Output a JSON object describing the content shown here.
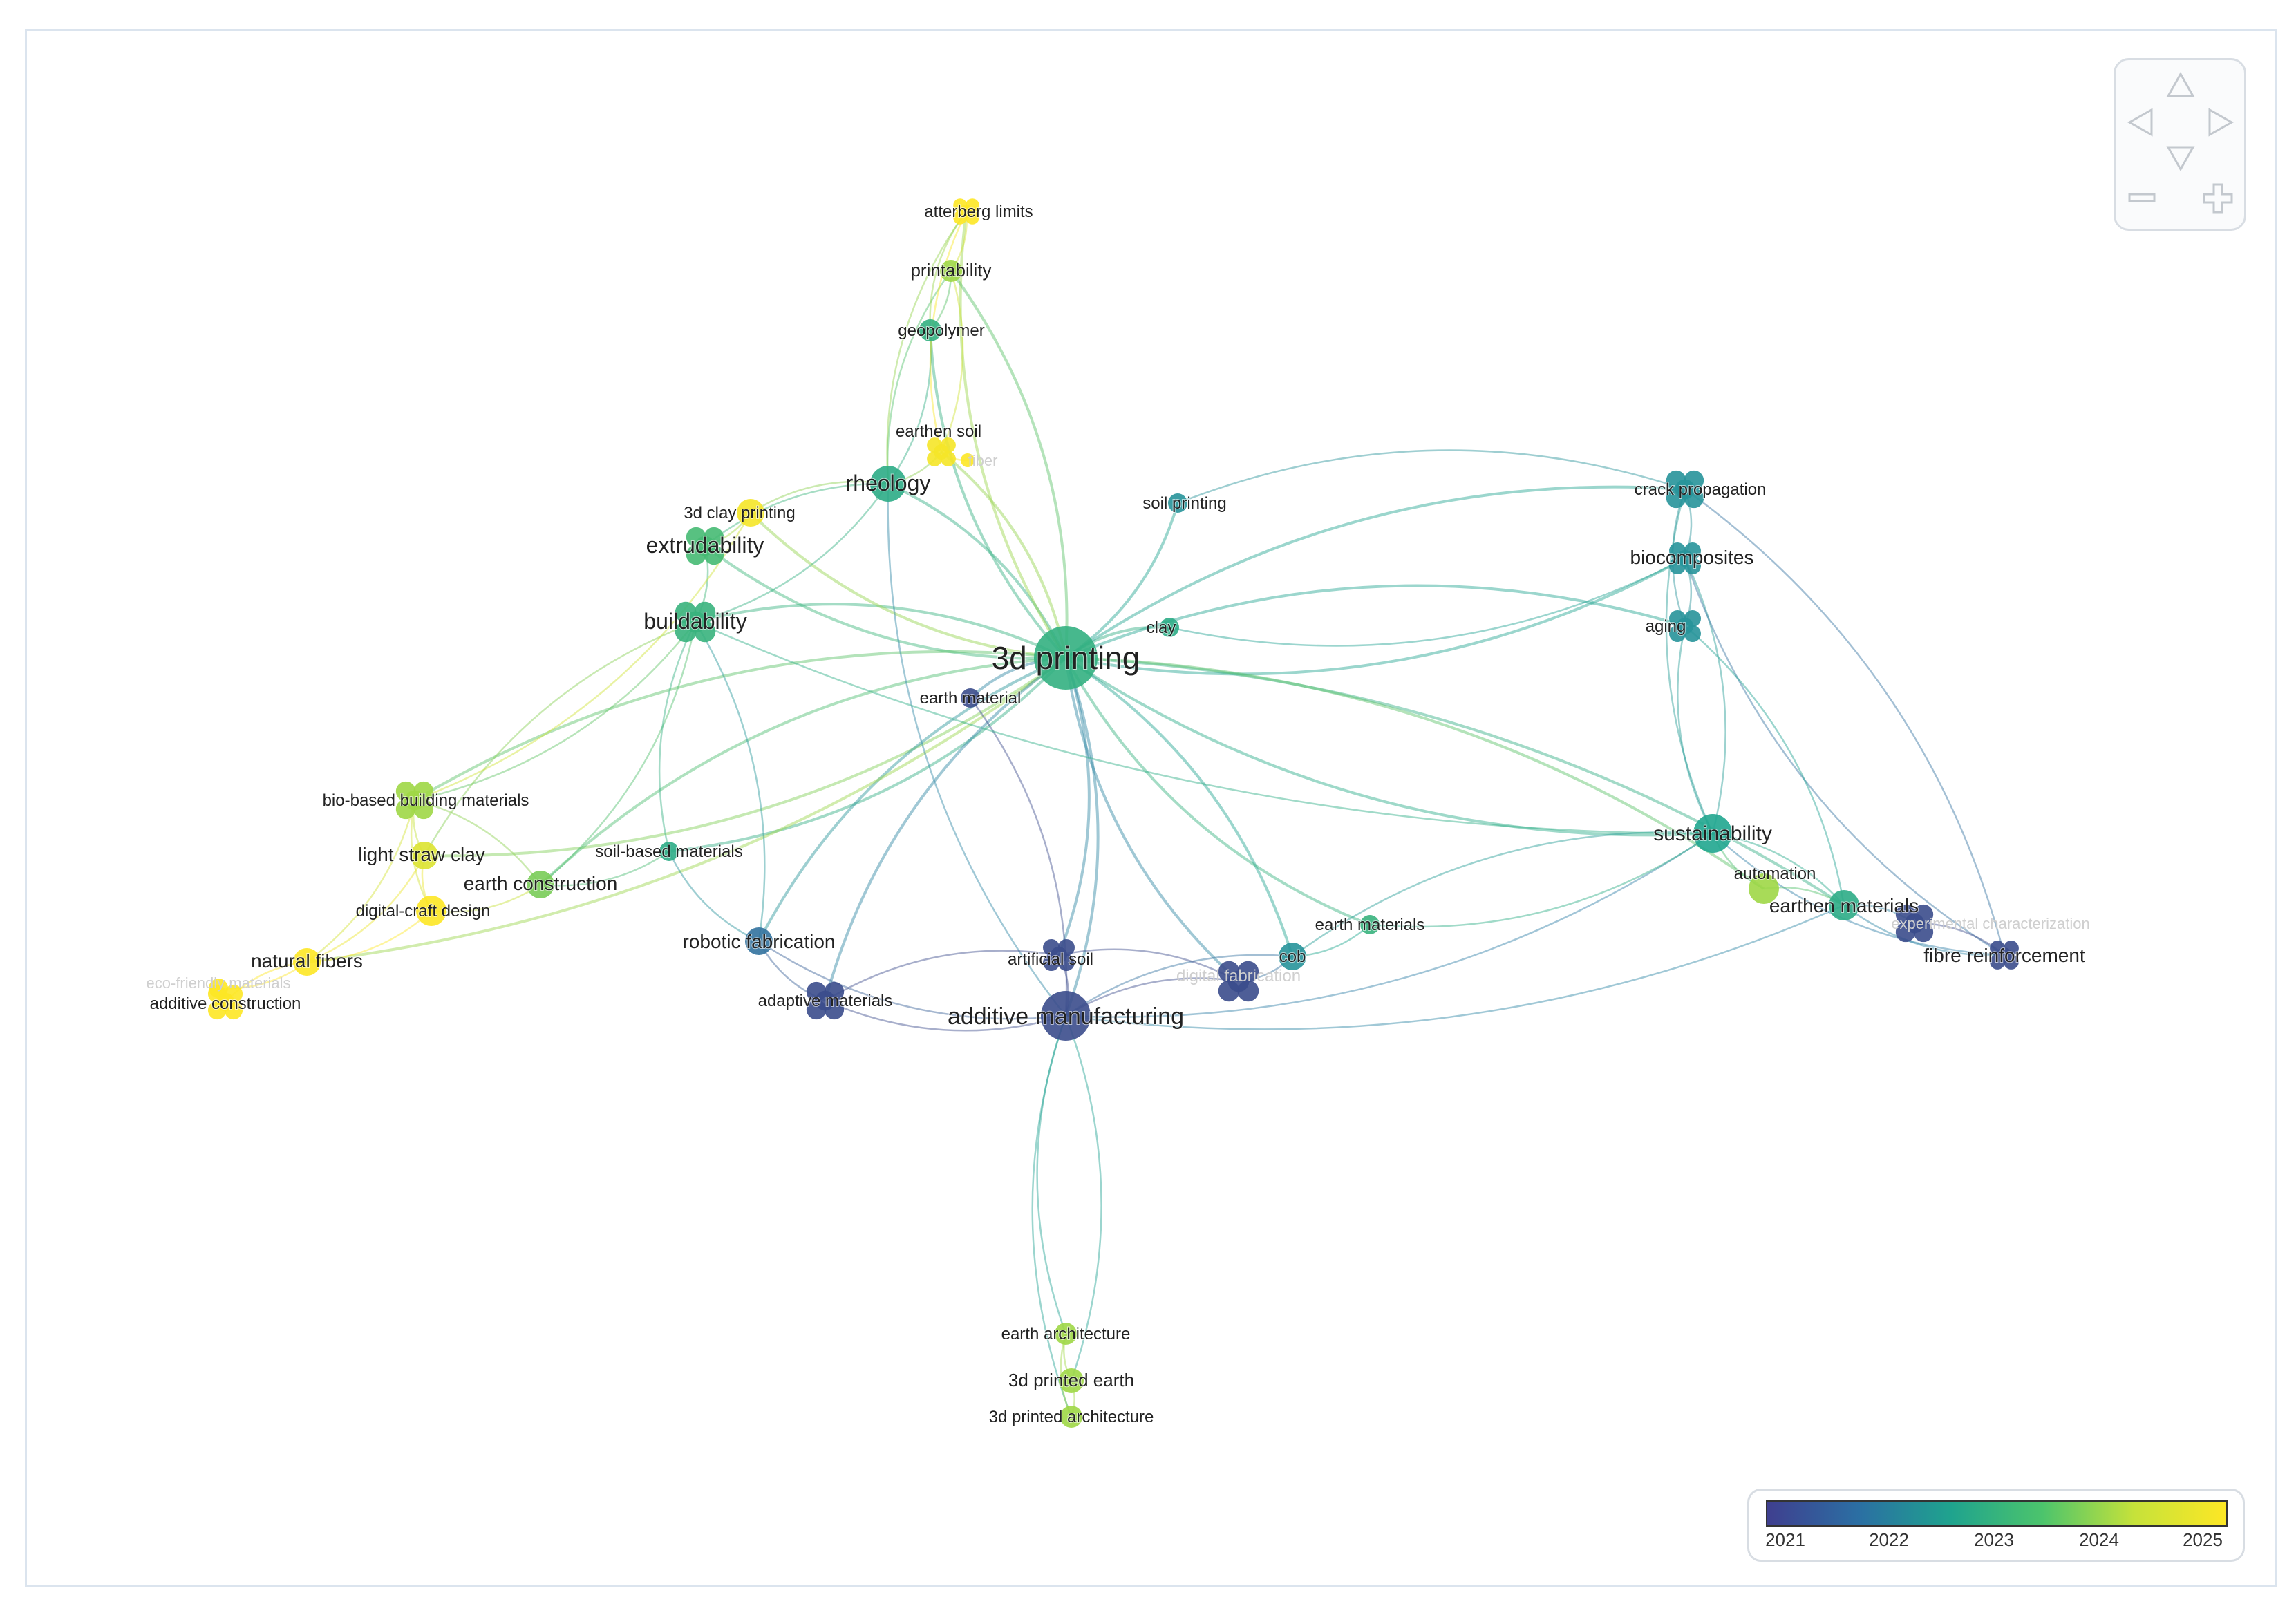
{
  "colors": {
    "edge_gradient": [
      "#3b4c8c",
      "#2f7fa6",
      "#20a68f",
      "#52c06a",
      "#b9df3a",
      "#fde725"
    ],
    "frame_border": "#dbe4ee"
  },
  "legend": {
    "ticks": [
      "2021",
      "2022",
      "2023",
      "2024",
      "2025"
    ],
    "gradient": [
      "#3f3f8f",
      "#2b6fa3",
      "#1fa38e",
      "#4cc46c",
      "#c6e23a",
      "#fde725"
    ]
  },
  "navigation": {
    "up_icon": "triangle-up-outline",
    "down_icon": "triangle-down-outline",
    "left_icon": "triangle-left-outline",
    "right_icon": "triangle-right-outline",
    "zoom_out_icon": "minus-outline",
    "zoom_in_icon": "plus-outline"
  },
  "nodes": [
    {
      "id": "3d printing",
      "label": "3d printing",
      "year": 2022.9
    },
    {
      "id": "additive manufacturing",
      "label": "additive manufacturing",
      "year": 2021.0
    },
    {
      "id": "rheology",
      "label": "rheology",
      "year": 2022.8
    },
    {
      "id": "extrudability",
      "label": "extrudability",
      "year": 2023.2
    },
    {
      "id": "buildability",
      "label": "buildability",
      "year": 2023.0
    },
    {
      "id": "atterberg limits",
      "label": "atterberg limits",
      "year": 2025.0
    },
    {
      "id": "printability",
      "label": "printability",
      "year": 2024.0
    },
    {
      "id": "geopolymer",
      "label": "geopolymer",
      "year": 2022.9
    },
    {
      "id": "earthen soil",
      "label": "earthen soil",
      "year": 2024.9
    },
    {
      "id": "3d clay printing",
      "label": "3d clay printing",
      "year": 2024.9
    },
    {
      "id": "soil printing",
      "label": "soil printing",
      "year": 2022.2
    },
    {
      "id": "clay",
      "label": "clay",
      "year": 2022.8
    },
    {
      "id": "earth material",
      "label": "earth material",
      "year": 2021.0
    },
    {
      "id": "crack propagation",
      "label": "crack propagation",
      "year": 2022.2
    },
    {
      "id": "biocomposites",
      "label": "biocomposites",
      "year": 2022.2
    },
    {
      "id": "aging",
      "label": "aging",
      "year": 2022.2
    },
    {
      "id": "sustainability",
      "label": "sustainability",
      "year": 2022.6
    },
    {
      "id": "automation",
      "label": "automation",
      "year": 2024.0
    },
    {
      "id": "earthen materials",
      "label": "earthen materials",
      "year": 2022.8
    },
    {
      "id": "fibre reinforcement",
      "label": "fibre reinforcement",
      "year": 2021.0
    },
    {
      "id": "bio-based building materials",
      "label": "bio-based building materials",
      "year": 2024.0
    },
    {
      "id": "light straw clay",
      "label": "light straw clay",
      "year": 2024.6
    },
    {
      "id": "earth construction",
      "label": "earth construction",
      "year": 2023.7
    },
    {
      "id": "digital-craft design",
      "label": "digital-craft design",
      "year": 2025.0
    },
    {
      "id": "soil-based materials",
      "label": "soil-based materials",
      "year": 2022.8
    },
    {
      "id": "natural fibers",
      "label": "natural fibers",
      "year": 2025.0
    },
    {
      "id": "additive construction",
      "label": "additive construction",
      "year": 2025.0
    },
    {
      "id": "robotic fabrication",
      "label": "robotic fabrication",
      "year": 2021.6
    },
    {
      "id": "artificial soil",
      "label": "artificial soil",
      "year": 2021.0
    },
    {
      "id": "adaptive materials",
      "label": "adaptive materials",
      "year": 2021.0
    },
    {
      "id": "earth materials",
      "label": "earth materials",
      "year": 2023.0
    },
    {
      "id": "cob",
      "label": "cob",
      "year": 2022.2
    },
    {
      "id": "digital fabrication",
      "label": "digital fabrication",
      "year": 2021.0
    },
    {
      "id": "earth architecture",
      "label": "earth architecture",
      "year": 2024.0
    },
    {
      "id": "3d printed earth",
      "label": "3d printed earth",
      "year": 2024.0
    },
    {
      "id": "3d printed architecture",
      "label": "3d printed architecture",
      "year": 2024.0
    },
    {
      "id": "eco-friendly materials",
      "label": "eco-friendly materials",
      "year": 2025.0
    },
    {
      "id": "fiber",
      "label": "fiber",
      "year": 2025.0
    },
    {
      "id": "experimental",
      "label": "experimental characterization",
      "year": 2021.0
    }
  ],
  "edges": [
    [
      "3d printing",
      "additive manufacturing"
    ],
    [
      "3d printing",
      "rheology"
    ],
    [
      "3d printing",
      "extrudability"
    ],
    [
      "3d printing",
      "buildability"
    ],
    [
      "3d printing",
      "atterberg limits"
    ],
    [
      "3d printing",
      "printability"
    ],
    [
      "3d printing",
      "geopolymer"
    ],
    [
      "3d printing",
      "earthen soil"
    ],
    [
      "3d printing",
      "3d clay printing"
    ],
    [
      "3d printing",
      "soil printing"
    ],
    [
      "3d printing",
      "clay"
    ],
    [
      "3d printing",
      "earth material"
    ],
    [
      "3d printing",
      "crack propagation"
    ],
    [
      "3d printing",
      "biocomposites"
    ],
    [
      "3d printing",
      "aging"
    ],
    [
      "3d printing",
      "sustainability"
    ],
    [
      "3d printing",
      "earthen materials"
    ],
    [
      "3d printing",
      "bio-based building materials"
    ],
    [
      "3d printing",
      "light straw clay"
    ],
    [
      "3d printing",
      "earth construction"
    ],
    [
      "3d printing",
      "soil-based materials"
    ],
    [
      "3d printing",
      "robotic fabrication"
    ],
    [
      "3d printing",
      "cob"
    ],
    [
      "3d printing",
      "earth materials"
    ],
    [
      "3d printing",
      "artificial soil"
    ],
    [
      "3d printing",
      "digital fabrication"
    ],
    [
      "3d printing",
      "natural fibers"
    ],
    [
      "3d printing",
      "adaptive materials"
    ],
    [
      "3d printing",
      "automation"
    ],
    [
      "additive manufacturing",
      "earth architecture"
    ],
    [
      "additive manufacturing",
      "3d printed earth"
    ],
    [
      "additive manufacturing",
      "3d printed architecture"
    ],
    [
      "additive manufacturing",
      "adaptive materials"
    ],
    [
      "additive manufacturing",
      "artificial soil"
    ],
    [
      "additive manufacturing",
      "digital fabrication"
    ],
    [
      "additive manufacturing",
      "earth material"
    ],
    [
      "additive manufacturing",
      "robotic fabrication"
    ],
    [
      "additive manufacturing",
      "sustainability"
    ],
    [
      "additive manufacturing",
      "cob"
    ],
    [
      "additive manufacturing",
      "earthen materials"
    ],
    [
      "additive manufacturing",
      "rheology"
    ],
    [
      "rheology",
      "extrudability"
    ],
    [
      "rheology",
      "buildability"
    ],
    [
      "rheology",
      "geopolymer"
    ],
    [
      "rheology",
      "printability"
    ],
    [
      "rheology",
      "earthen soil"
    ],
    [
      "rheology",
      "atterberg limits"
    ],
    [
      "rheology",
      "3d clay printing"
    ],
    [
      "extrudability",
      "buildability"
    ],
    [
      "extrudability",
      "3d clay printing"
    ],
    [
      "buildability",
      "bio-based building materials"
    ],
    [
      "buildability",
      "light straw clay"
    ],
    [
      "buildability",
      "earth construction"
    ],
    [
      "buildability",
      "soil-based materials"
    ],
    [
      "buildability",
      "robotic fabrication"
    ],
    [
      "geopolymer",
      "printability"
    ],
    [
      "geopolymer",
      "atterberg limits"
    ],
    [
      "printability",
      "atterberg limits"
    ],
    [
      "earthen soil",
      "atterberg limits"
    ],
    [
      "earthen soil",
      "printability"
    ],
    [
      "crack propagation",
      "biocomposites"
    ],
    [
      "crack propagation",
      "aging"
    ],
    [
      "biocomposites",
      "aging"
    ],
    [
      "crack propagation",
      "sustainability"
    ],
    [
      "biocomposites",
      "sustainability"
    ],
    [
      "aging",
      "sustainability"
    ],
    [
      "crack propagation",
      "fibre reinforcement"
    ],
    [
      "biocomposites",
      "fibre reinforcement"
    ],
    [
      "aging",
      "earthen materials"
    ],
    [
      "sustainability",
      "automation"
    ],
    [
      "sustainability",
      "earthen materials"
    ],
    [
      "sustainability",
      "fibre reinforcement"
    ],
    [
      "sustainability",
      "earth materials"
    ],
    [
      "sustainability",
      "cob"
    ],
    [
      "sustainability",
      "buildability"
    ],
    [
      "earthen materials",
      "fibre reinforcement"
    ],
    [
      "earthen materials",
      "experimental"
    ],
    [
      "fibre reinforcement",
      "experimental"
    ],
    [
      "automation",
      "earthen materials"
    ],
    [
      "bio-based building materials",
      "light straw clay"
    ],
    [
      "bio-based building materials",
      "natural fibers"
    ],
    [
      "bio-based building materials",
      "digital-craft design"
    ],
    [
      "bio-based building materials",
      "earth construction"
    ],
    [
      "light straw clay",
      "digital-craft design"
    ],
    [
      "light straw clay",
      "natural fibers"
    ],
    [
      "natural fibers",
      "additive construction"
    ],
    [
      "natural fibers",
      "eco-friendly materials"
    ],
    [
      "additive construction",
      "eco-friendly materials"
    ],
    [
      "digital-craft design",
      "natural fibers"
    ],
    [
      "earth construction",
      "soil-based materials"
    ],
    [
      "earth construction",
      "digital-craft design"
    ],
    [
      "robotic fabrication",
      "adaptive materials"
    ],
    [
      "robotic fabrication",
      "soil-based materials"
    ],
    [
      "artificial soil",
      "adaptive materials"
    ],
    [
      "artificial soil",
      "digital fabrication"
    ],
    [
      "cob",
      "earth materials"
    ],
    [
      "cob",
      "digital fabrication"
    ],
    [
      "earth architecture",
      "3d printed earth"
    ],
    [
      "3d printed earth",
      "3d printed architecture"
    ],
    [
      "earth architecture",
      "3d printed architecture"
    ],
    [
      "3d clay printing",
      "bio-based building materials"
    ],
    [
      "earthen soil",
      "fiber"
    ],
    [
      "soil printing",
      "crack propagation"
    ],
    [
      "clay",
      "biocomposites"
    ]
  ]
}
